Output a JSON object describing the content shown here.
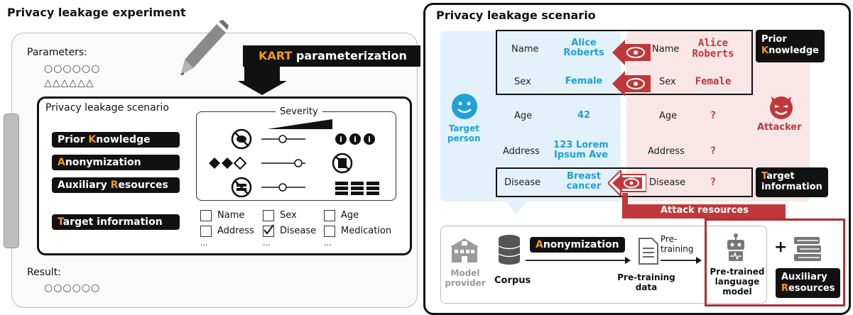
{
  "left": {
    "title": "Privacy leakage experiment",
    "parameters_label": "Parameters:",
    "param_circles": "○○○○○○",
    "param_triangles": "△△△△△△",
    "result_label": "Result:",
    "result_circles": "○○○○○○",
    "kart_pre": "KART",
    "kart_post": " parameterization",
    "inner": {
      "title": "Privacy leakage scenario",
      "severity": "Severity",
      "pills": [
        {
          "pre": "Prior ",
          "hl": "K",
          "post": "nowledge"
        },
        {
          "pre": "",
          "hl": "A",
          "post": "nonymization"
        },
        {
          "pre": "Auxiliary ",
          "hl": "R",
          "post": "esources"
        },
        {
          "pre": "",
          "hl": "T",
          "post": "arget information"
        }
      ],
      "targets": [
        {
          "label": "Name",
          "checked": false
        },
        {
          "label": "Sex",
          "checked": false
        },
        {
          "label": "Age",
          "checked": false
        },
        {
          "label": "Address",
          "checked": false
        },
        {
          "label": "Disease",
          "checked": true
        },
        {
          "label": "Medication",
          "checked": false
        }
      ],
      "ellipsis": "..."
    }
  },
  "right": {
    "title": "Privacy leakage scenario",
    "target_person": "Target\nperson",
    "attacker": "Attacker",
    "rows": [
      {
        "field": "Name",
        "value": "Alice\nRoberts",
        "attacker_field": "Name",
        "attacker_value": "Alice\nRoberts"
      },
      {
        "field": "Sex",
        "value": "Female",
        "attacker_field": "Sex",
        "attacker_value": "Female"
      },
      {
        "field": "Age",
        "value": "42",
        "attacker_field": "Age",
        "attacker_value": "?"
      },
      {
        "field": "Address",
        "value": "123 Lorem\nIpsum Ave",
        "attacker_field": "Address",
        "attacker_value": "?"
      },
      {
        "field": "Disease",
        "value": "Breast\ncancer",
        "attacker_field": "Disease",
        "attacker_value": "?"
      }
    ],
    "prior_knowledge": {
      "hl": "K",
      "pre": "Prior\n",
      "post": "nowledge"
    },
    "target_info": {
      "hl": "T",
      "post": "arget\ninformation"
    },
    "attack_resources": "Attack resources",
    "model_provider": "Model\nprovider",
    "corpus": "Corpus",
    "anonymization": {
      "hl": "A",
      "post": "nonymization"
    },
    "pretraining_arrow": "Pre-\ntraining",
    "pretraining_data": "Pre-training\ndata",
    "pretrained_lm": "Pre-trained\nlanguage\nmodel",
    "plus": "+",
    "aux_resources": {
      "pre": "Auxiliary\n",
      "hl": "R",
      "post": "esources"
    }
  },
  "colors": {
    "blue": "#1fa0d8",
    "red": "#c0383a",
    "orange": "#f39a1e",
    "lightblue": "#e3f1fa",
    "lightred": "#f9e6e6"
  }
}
